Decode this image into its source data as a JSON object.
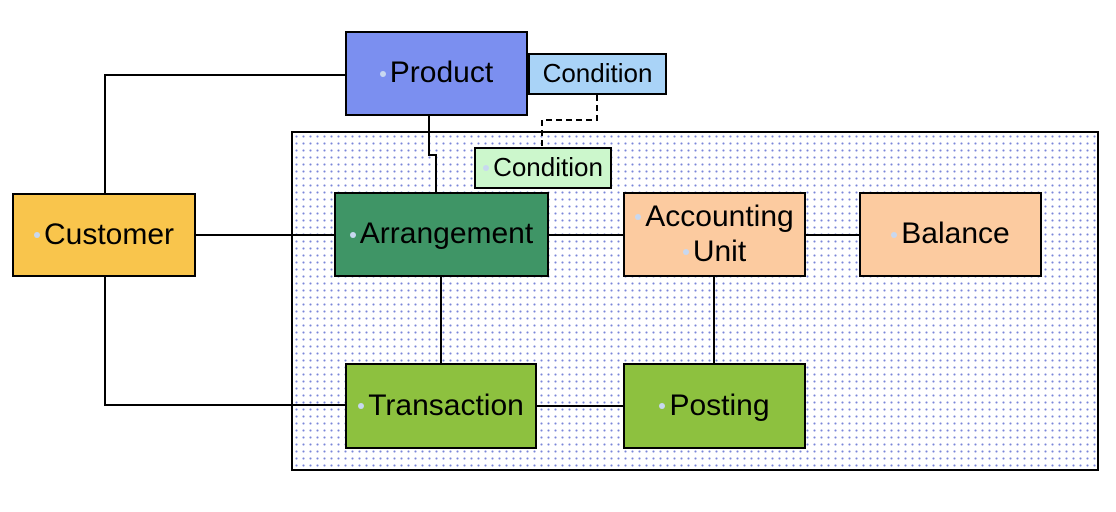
{
  "nodes": {
    "customer": {
      "label": "Customer",
      "color": "#f9c54c"
    },
    "product": {
      "label": "Product",
      "color": "#7b8ff0"
    },
    "condition_product": {
      "label": "Condition",
      "color": "#a9d3f7"
    },
    "condition_arrangement": {
      "label": "Condition",
      "color": "#ccf7cc"
    },
    "arrangement": {
      "label": "Arrangement",
      "color": "#3f9566"
    },
    "accounting_unit": {
      "line1": "Accounting",
      "line2": "Unit",
      "color": "#fccba0"
    },
    "balance": {
      "label": "Balance",
      "color": "#fccba0"
    },
    "transaction": {
      "label": "Transaction",
      "color": "#8dc13f"
    },
    "posting": {
      "label": "Posting",
      "color": "#8dc13f"
    }
  },
  "edges": [
    {
      "from": "customer",
      "to": "product",
      "style": "solid"
    },
    {
      "from": "customer",
      "to": "arrangement",
      "style": "solid"
    },
    {
      "from": "customer",
      "to": "transaction",
      "style": "solid"
    },
    {
      "from": "product",
      "to": "arrangement",
      "style": "solid"
    },
    {
      "from": "condition_product",
      "to": "condition_arrangement",
      "style": "dashed"
    },
    {
      "from": "arrangement",
      "to": "accounting_unit",
      "style": "solid"
    },
    {
      "from": "accounting_unit",
      "to": "balance",
      "style": "solid"
    },
    {
      "from": "arrangement",
      "to": "transaction",
      "style": "solid"
    },
    {
      "from": "accounting_unit",
      "to": "posting",
      "style": "solid"
    },
    {
      "from": "transaction",
      "to": "posting",
      "style": "solid"
    }
  ]
}
